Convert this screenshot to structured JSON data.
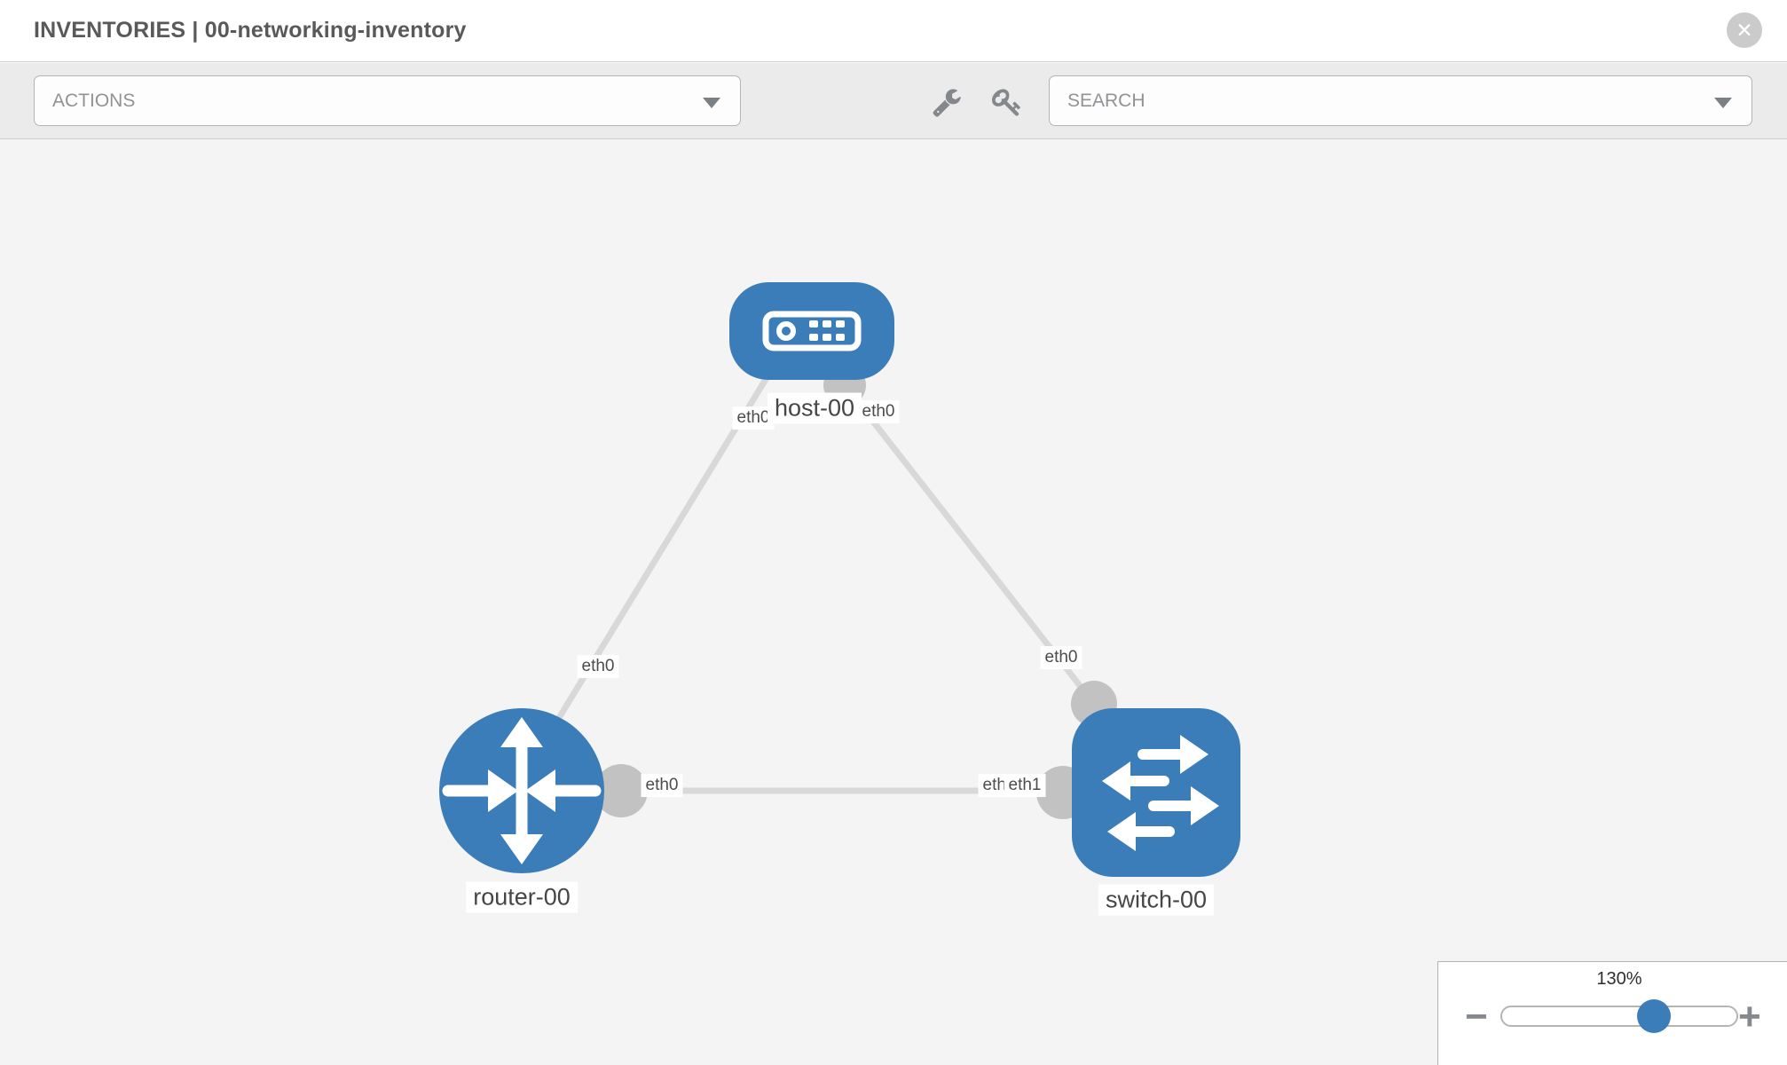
{
  "header": {
    "section": "INVENTORIES",
    "divider": " | ",
    "inventory_name": "00-networking-inventory"
  },
  "toolbar": {
    "actions_label": "ACTIONS",
    "search_label": "SEARCH"
  },
  "icons": {
    "close_glyph": "✕",
    "minus_glyph": "−",
    "plus_glyph": "+",
    "wrench": "wrench-icon",
    "key": "key-icon",
    "caret": "caret-down-icon"
  },
  "topology": {
    "nodes": [
      {
        "id": "host-00",
        "type": "host",
        "label": "host-00"
      },
      {
        "id": "router-00",
        "type": "router",
        "label": "router-00"
      },
      {
        "id": "switch-00",
        "type": "switch",
        "label": "switch-00"
      }
    ],
    "links": [
      {
        "from": "host-00",
        "to": "router-00",
        "from_interface": "eth0",
        "to_interface": "eth0"
      },
      {
        "from": "host-00",
        "to": "switch-00",
        "from_interface": "eth0",
        "to_interface": "eth0"
      },
      {
        "from": "router-00",
        "to": "switch-00",
        "from_interface": "eth0",
        "to_interface": "eth1"
      }
    ],
    "interface_labels": [
      {
        "text": "eth0"
      },
      {
        "text": "eth0"
      },
      {
        "text": "eth0"
      },
      {
        "text": "eth0"
      },
      {
        "text": "eth0"
      },
      {
        "text": "eth1"
      },
      {
        "text": "eth1"
      }
    ]
  },
  "zoom_control": {
    "level": "130%"
  },
  "colors": {
    "node_blue": "#3b7db9",
    "link_gray": "#d8d8d8",
    "connector_gray": "#c2c2c2",
    "canvas_bg": "#f4f4f5",
    "toolbar_bg": "#ebebeb"
  }
}
